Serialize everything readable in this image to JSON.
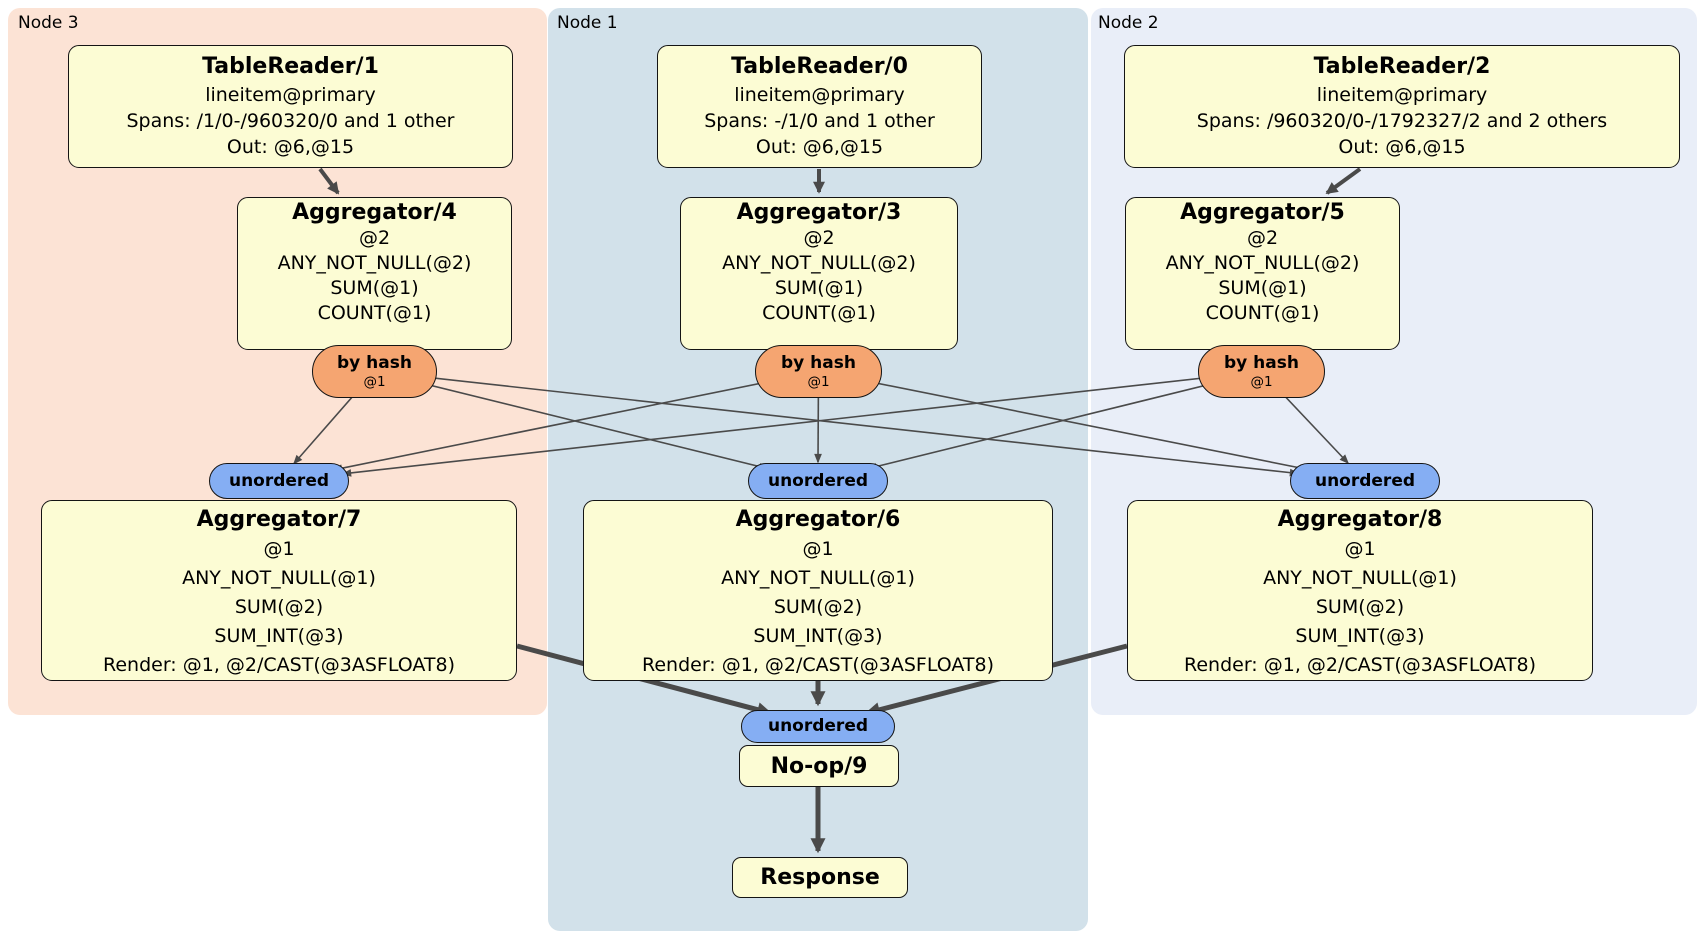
{
  "colors": {
    "panel_node3": "#fce3d5",
    "panel_node1": "#d2e1ea",
    "panel_node2": "#e9eef8",
    "box_fill": "#fcfcd4",
    "box_border": "#141414",
    "hash_fill": "#f5a571",
    "unordered_fill": "#85aef3",
    "edge": "#4a4a4a"
  },
  "panels": {
    "node3": {
      "label": "Node 3"
    },
    "node1": {
      "label": "Node 1"
    },
    "node2": {
      "label": "Node 2"
    }
  },
  "nodes": {
    "tr1": {
      "title": "TableReader/1",
      "lines": [
        "lineitem@primary",
        "Spans: /1/0-/960320/0 and 1 other",
        "Out: @6,@15"
      ]
    },
    "tr0": {
      "title": "TableReader/0",
      "lines": [
        "lineitem@primary",
        "Spans: -/1/0 and 1 other",
        "Out: @6,@15"
      ]
    },
    "tr2": {
      "title": "TableReader/2",
      "lines": [
        "lineitem@primary",
        "Spans: /960320/0-/1792327/2 and 2 others",
        "Out: @6,@15"
      ]
    },
    "agg4": {
      "title": "Aggregator/4",
      "lines": [
        "@2",
        "ANY_NOT_NULL(@2)",
        "SUM(@1)",
        "COUNT(@1)"
      ]
    },
    "agg3": {
      "title": "Aggregator/3",
      "lines": [
        "@2",
        "ANY_NOT_NULL(@2)",
        "SUM(@1)",
        "COUNT(@1)"
      ]
    },
    "agg5": {
      "title": "Aggregator/5",
      "lines": [
        "@2",
        "ANY_NOT_NULL(@2)",
        "SUM(@1)",
        "COUNT(@1)"
      ]
    },
    "agg7": {
      "title": "Aggregator/7",
      "lines": [
        "@1",
        "ANY_NOT_NULL(@1)",
        "SUM(@2)",
        "SUM_INT(@3)",
        "Render: @1, @2/CAST(@3ASFLOAT8)"
      ]
    },
    "agg6": {
      "title": "Aggregator/6",
      "lines": [
        "@1",
        "ANY_NOT_NULL(@1)",
        "SUM(@2)",
        "SUM_INT(@3)",
        "Render: @1, @2/CAST(@3ASFLOAT8)"
      ]
    },
    "agg8": {
      "title": "Aggregator/8",
      "lines": [
        "@1",
        "ANY_NOT_NULL(@1)",
        "SUM(@2)",
        "SUM_INT(@3)",
        "Render: @1, @2/CAST(@3ASFLOAT8)"
      ]
    },
    "noop9": {
      "title": "No-op/9"
    },
    "response": {
      "title": "Response"
    }
  },
  "connectors": {
    "hash3": {
      "label": "by hash",
      "sublabel": "@1"
    },
    "hash1": {
      "label": "by hash",
      "sublabel": "@1"
    },
    "hash2": {
      "label": "by hash",
      "sublabel": "@1"
    },
    "uno3": {
      "label": "unordered"
    },
    "uno1": {
      "label": "unordered"
    },
    "uno2": {
      "label": "unordered"
    },
    "unobottom": {
      "label": "unordered"
    }
  }
}
